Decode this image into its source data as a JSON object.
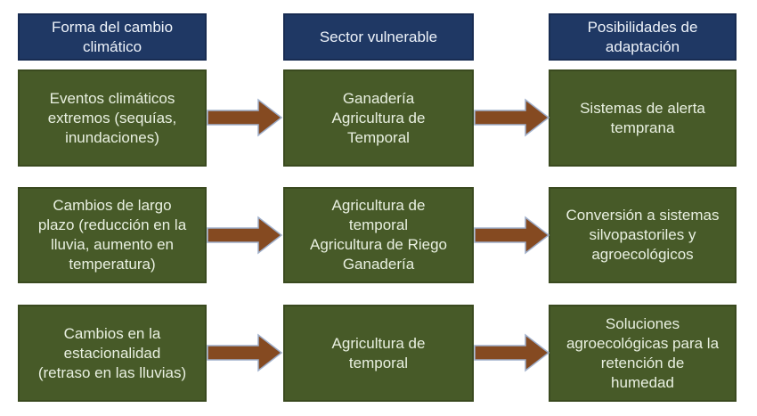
{
  "colors": {
    "header_fill": "#1F3864",
    "header_border": "#182C52",
    "header_text": "#EEF3FA",
    "box_fill": "#475A28",
    "box_border": "#3A4A1F",
    "box_text": "#E9F0E1",
    "arrow_fill": "#854A21",
    "arrow_stroke": "#9FAFCB"
  },
  "columns": [
    {
      "id": "forma",
      "header": "Forma del cambio\nclimático"
    },
    {
      "id": "sector",
      "header": "Sector vulnerable"
    },
    {
      "id": "adaptacion",
      "header": "Posibilidades de\nadaptación"
    }
  ],
  "rows": [
    {
      "forma": "Eventos climáticos\nextremos (sequías,\ninundaciones)",
      "sector": "Ganadería\nAgricultura de\nTemporal",
      "adaptacion": "Sistemas de alerta\ntemprana"
    },
    {
      "forma": "Cambios de largo\nplazo (reducción en la\nlluvia, aumento en\ntemperatura)",
      "sector": "Agricultura de\ntemporal\nAgricultura de Riego\nGanadería",
      "adaptacion": "Conversión a sistemas\nsilvopastoriles y\nagroecológicos"
    },
    {
      "forma": "Cambios en la\nestacionalidad\n(retraso en las lluvias)",
      "sector": "Agricultura de\ntemporal",
      "adaptacion": "Soluciones\nagroecológicas para la\nretención de\nhumedad"
    }
  ]
}
